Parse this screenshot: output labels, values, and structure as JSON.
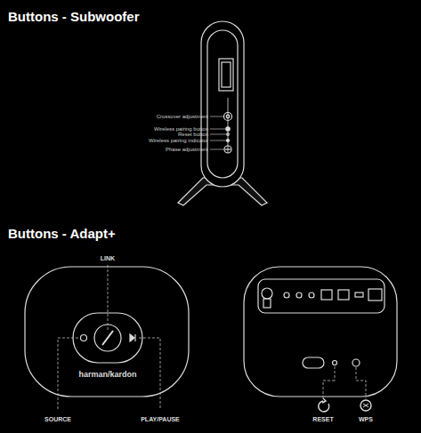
{
  "diagram": {
    "title": "Buttons - Subwoofer",
    "labels": [
      "Crossover adjustment",
      "Wireless pairing button",
      "Reset button",
      "Wireless pairing indicator",
      "Phase adjustment",
      "Buttons - Adapt+",
      "LINK",
      "harman/kardon",
      "SOURCE",
      "PLAY/PAUSE",
      "RESET",
      "WPS"
    ]
  }
}
